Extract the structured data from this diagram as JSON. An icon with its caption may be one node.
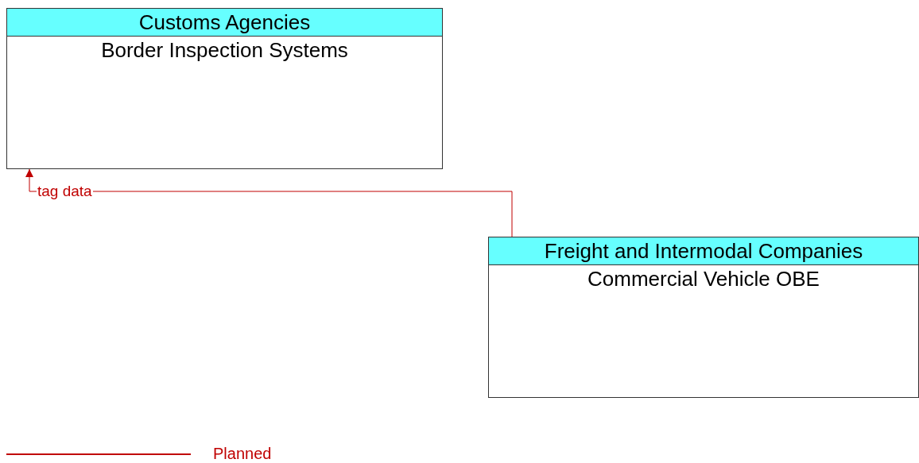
{
  "diagram": {
    "nodes": [
      {
        "text": [
          "Customs Agencies",
          "Border Inspection Systems"
        ]
      },
      {
        "text": [
          "Freight and Intermodal Companies",
          "Commercial Vehicle OBE"
        ]
      }
    ],
    "edges": [
      {
        "from": 1,
        "to": 0,
        "arrow": "to",
        "label": "tag data",
        "color": "#c00000"
      }
    ],
    "legend": [
      {
        "text": "Planned",
        "color": "#c00000"
      }
    ]
  }
}
